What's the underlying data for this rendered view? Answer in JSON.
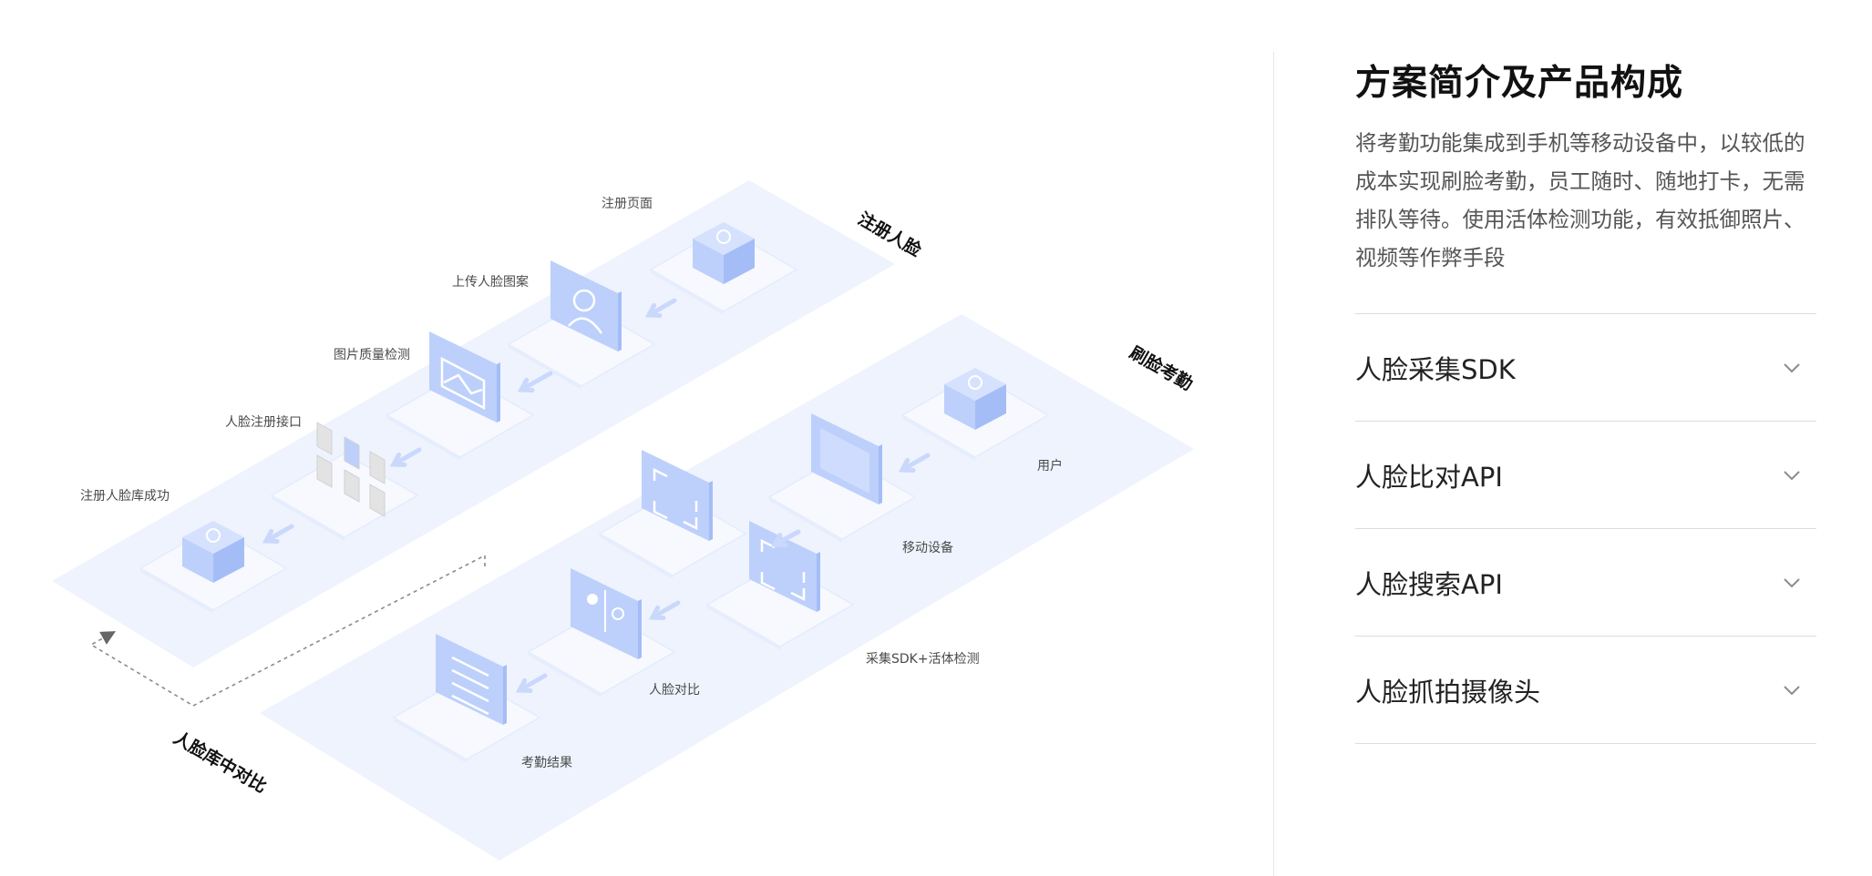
{
  "diagram": {
    "sections": {
      "register": "注册人脸",
      "attendance": "刷脸考勤",
      "library_compare": "人脸库中对比"
    },
    "register_steps": [
      {
        "label": "注册页面",
        "icon": "face-cube-icon"
      },
      {
        "label": "上传人脸图案",
        "icon": "face-scan-screen-icon"
      },
      {
        "label": "图片质量检测",
        "icon": "image-screen-icon"
      },
      {
        "label": "人脸注册接口",
        "icon": "interface-tiles-icon"
      },
      {
        "label": "注册人脸库成功",
        "icon": "face-cube-icon"
      }
    ],
    "attendance_steps": [
      {
        "label": "用户",
        "icon": "user-cube-icon"
      },
      {
        "label": "移动设备",
        "icon": "tablet-icon"
      },
      {
        "label": "采集SDK+活体检测",
        "icon": "scan-frame-icon"
      },
      {
        "label": "人脸对比",
        "icon": "face-compare-icon"
      },
      {
        "label": "考勤结果",
        "icon": "checklist-doc-icon"
      }
    ],
    "colors": {
      "plate": "#eef3fe",
      "plate_edge": "#e4ecfc",
      "card": "#f7f9fe",
      "icon_front": "#bdd0fb",
      "icon_side": "#a5bdf7",
      "icon_top": "#d6e2fd",
      "arrow": "#c9d8fb",
      "label": "#4a4a4a"
    }
  },
  "panel": {
    "title": "方案简介及产品构成",
    "description": "将考勤功能集成到手机等移动设备中，以较低的成本实现刷脸考勤，员工随时、随地打卡，无需排队等待。使用活体检测功能，有效抵御照片、视频等作弊手段",
    "items": [
      {
        "label": "人脸采集SDK",
        "icon": "chevron-down-icon"
      },
      {
        "label": "人脸比对API",
        "icon": "chevron-down-icon"
      },
      {
        "label": "人脸搜索API",
        "icon": "chevron-down-icon"
      },
      {
        "label": "人脸抓拍摄像头",
        "icon": "chevron-down-icon"
      }
    ]
  }
}
